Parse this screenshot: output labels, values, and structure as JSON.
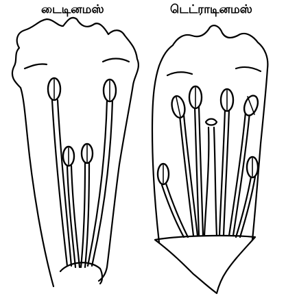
{
  "labels": {
    "left": "டைடினமஸ்",
    "right": "டெட்ராடினமஸ்"
  },
  "colors": {
    "stroke": "#000000",
    "background": "#ffffff"
  },
  "figures": {
    "left": {
      "stamens": 4
    },
    "right": {
      "stamens": 6
    }
  }
}
